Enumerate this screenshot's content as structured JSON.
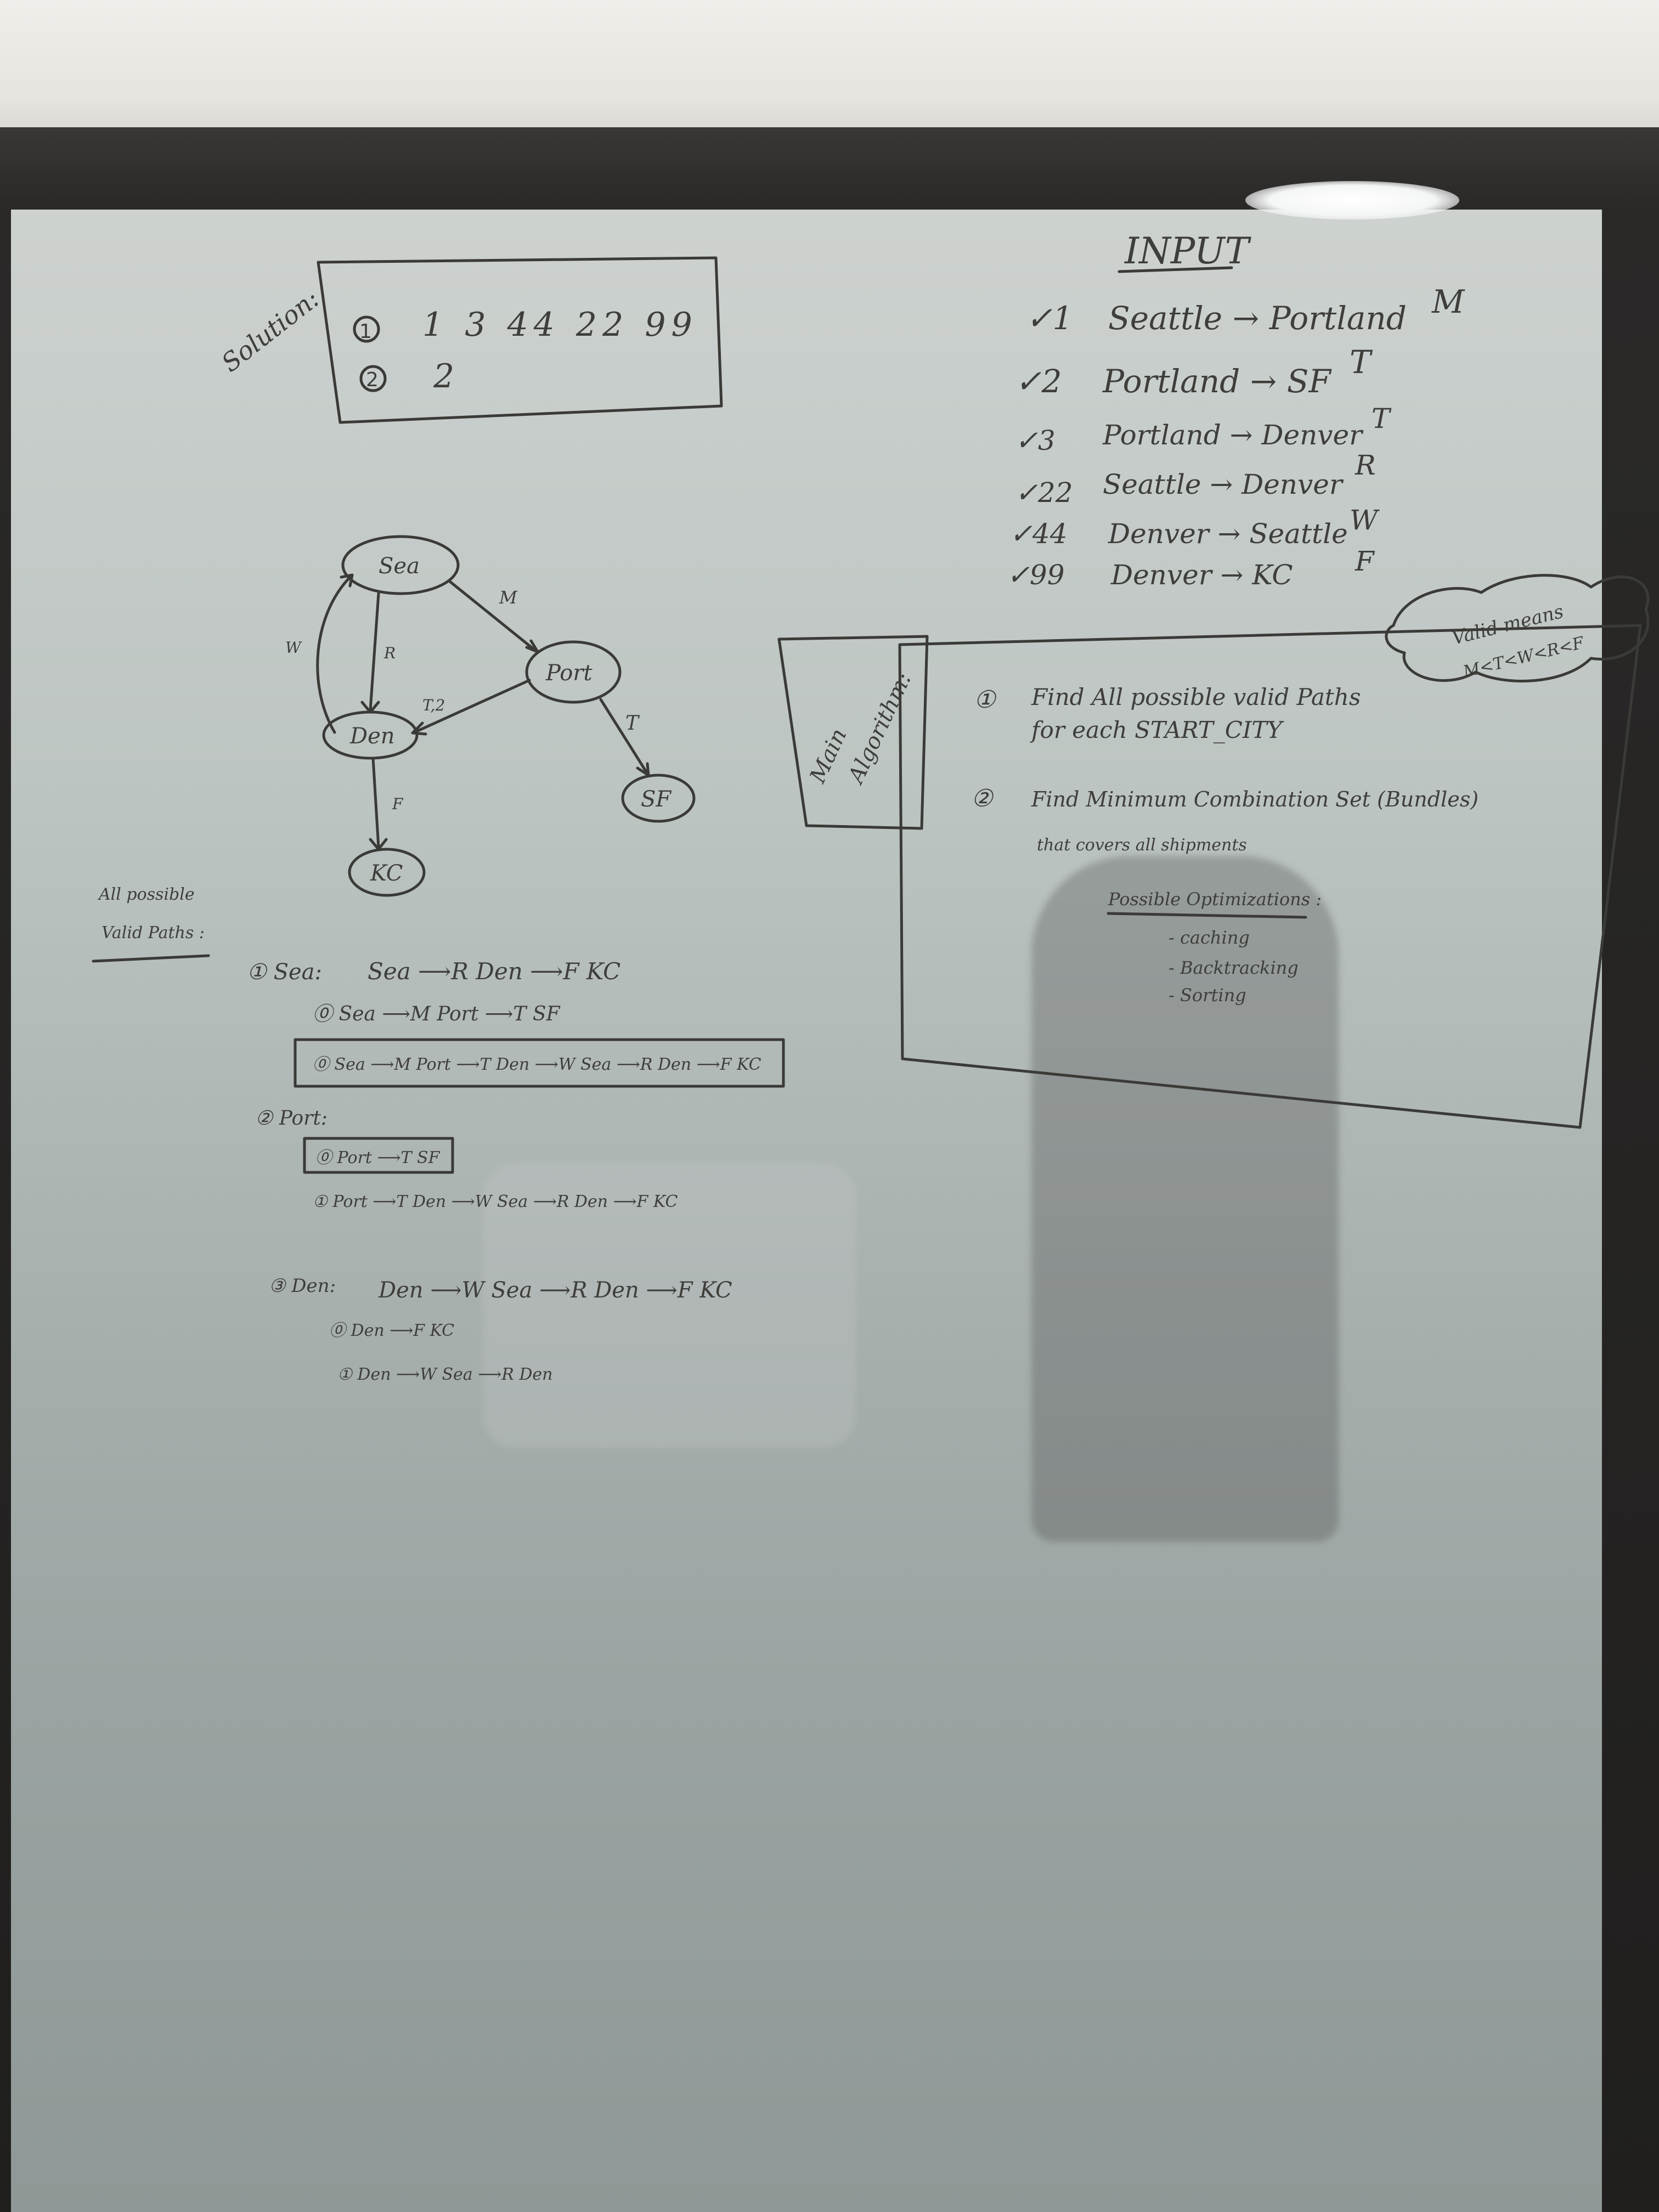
{
  "solution": {
    "label": "Solution:",
    "row1_num": "1",
    "row1_values": "1 3 44 22 99",
    "row2_num": "2",
    "row2_values": "2"
  },
  "input": {
    "title": "INPUT",
    "rows": [
      {
        "check": "✓1",
        "route": "Seattle → Portland",
        "letter": "M"
      },
      {
        "check": "✓2",
        "route": "Portland → SF",
        "letter": "T"
      },
      {
        "check": "✓3",
        "route": "Portland → Denver",
        "letter": "T"
      },
      {
        "check": "✓22",
        "route": "Seattle → Denver",
        "letter": "R"
      },
      {
        "check": "✓44",
        "route": "Denver → Seattle",
        "letter": "W"
      },
      {
        "check": "✓99",
        "route": "Denver → KC",
        "letter": "F"
      }
    ]
  },
  "graph": {
    "nodes": {
      "sea": "Sea",
      "port": "Port",
      "den": "Den",
      "sf": "SF",
      "kc": "KC"
    },
    "edges": {
      "m": "M",
      "w": "W",
      "r": "R",
      "t2": "T,2",
      "t": "T",
      "f": "F"
    }
  },
  "valid_paths": {
    "label_line1": "All possible",
    "label_line2": "Valid Paths :",
    "sea_header": "① Sea:",
    "sea_main": "Sea ⟶R Den ⟶F KC",
    "sea_1": "⓪ Sea ⟶M Port ⟶T SF",
    "sea_2": "⓪ Sea ⟶M Port ⟶T Den ⟶W Sea ⟶R Den ⟶F KC",
    "port_header": "② Port:",
    "port_1": "⓪ Port ⟶T SF",
    "port_2": "① Port ⟶T Den ⟶W Sea ⟶R Den ⟶F KC",
    "den_header": "③ Den:",
    "den_main": "Den ⟶W Sea ⟶R Den ⟶F KC",
    "den_1": "⓪ Den ⟶F KC",
    "den_2": "① Den ⟶W Sea ⟶R Den"
  },
  "algorithm": {
    "tag_line1": "Main",
    "tag_line2": "Algorithm:",
    "step1_num": "①",
    "step1_line1": "Find All possible valid Paths",
    "step1_line2": "for each START_CITY",
    "step2_num": "②",
    "step2_line1": "Find Minimum Combination Set (Bundles)",
    "step2_line2": "that covers all shipments",
    "optim_title": "Possible Optimizations :",
    "optim_items": [
      "- caching",
      "- Backtracking",
      "- Sorting"
    ]
  },
  "note": {
    "line1": "Valid means",
    "line2": "M<T<W<R<F"
  }
}
